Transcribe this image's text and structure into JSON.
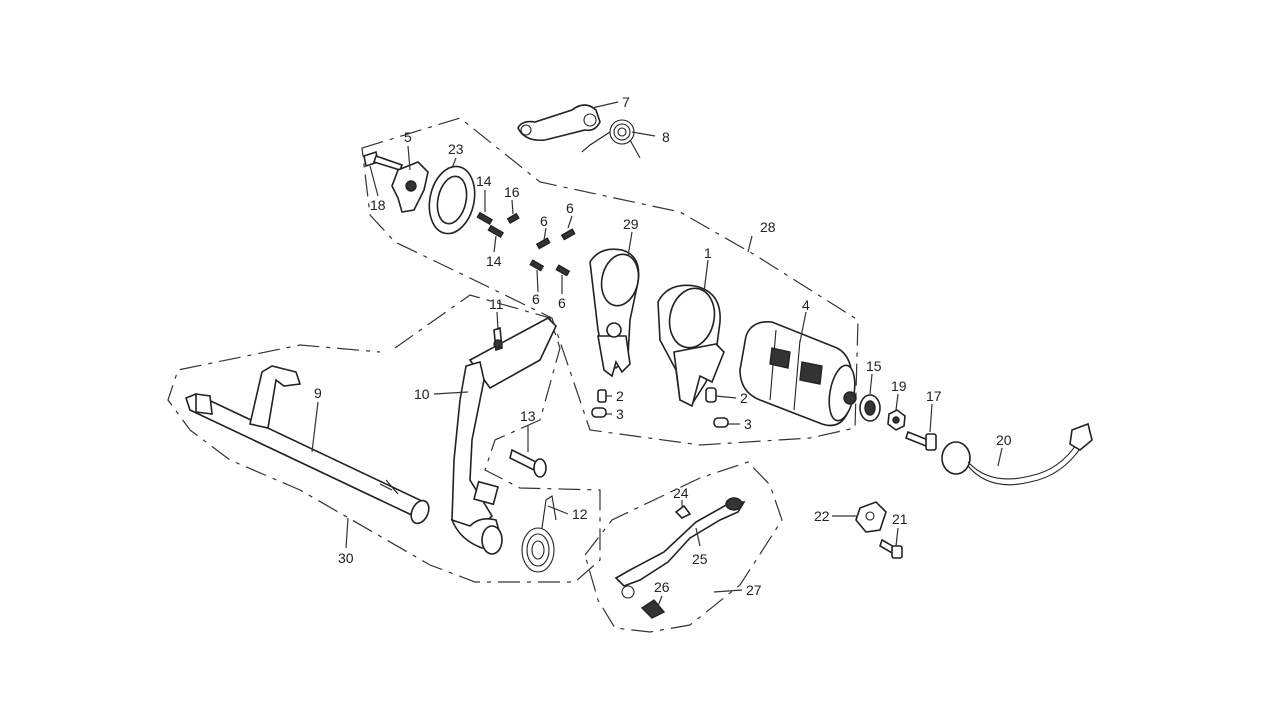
{
  "diagram": {
    "labels": {
      "l1": "1",
      "l2a": "2",
      "l2b": "2",
      "l3a": "3",
      "l3b": "3",
      "l4": "4",
      "l5": "5",
      "l6a": "6",
      "l6b": "6",
      "l6c": "6",
      "l6d": "6",
      "l7": "7",
      "l8": "8",
      "l9": "9",
      "l10": "10",
      "l11": "11",
      "l12": "12",
      "l13": "13",
      "l14a": "14",
      "l14b": "14",
      "l15": "15",
      "l16": "16",
      "l17": "17",
      "l18": "18",
      "l19": "19",
      "l20": "20",
      "l21": "21",
      "l22": "22",
      "l23": "23",
      "l24": "24",
      "l25": "25",
      "l26": "26",
      "l27": "27",
      "l28": "28",
      "l29": "29",
      "l30": "30"
    }
  }
}
